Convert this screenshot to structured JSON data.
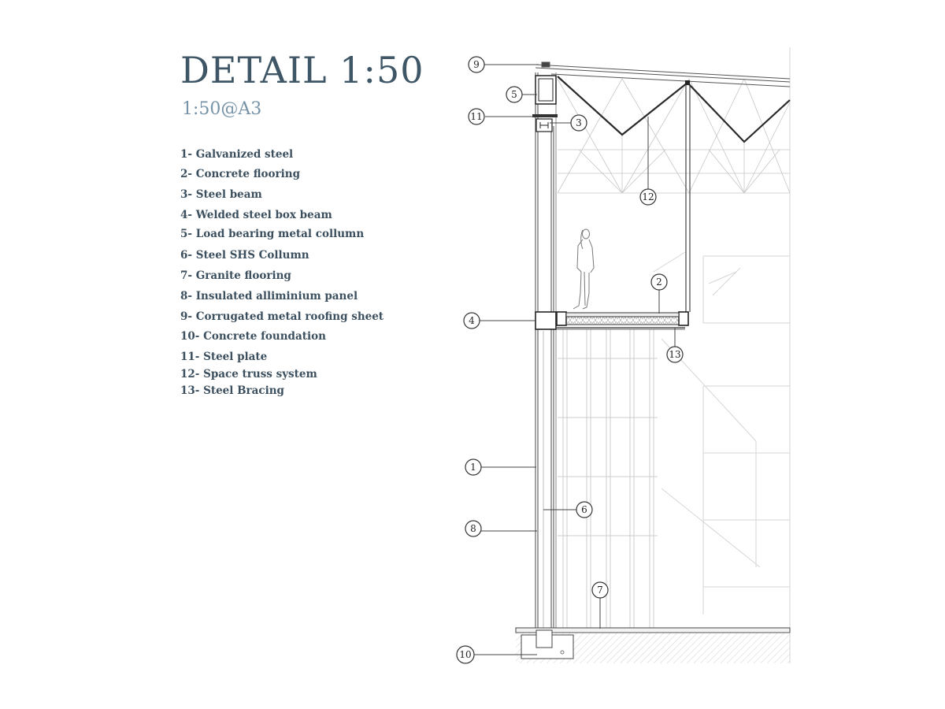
{
  "header": {
    "title": "DETAIL 1:50",
    "subtitle": "1:50@A3"
  },
  "legend": [
    "1- Galvanized steel",
    "2- Concrete flooring",
    "3- Steel beam",
    "4- Welded steel box beam",
    "5- Load bearing metal collumn",
    "6- Steel SHS Collumn",
    "7- Granite flooring",
    "8- Insulated alliminium panel",
    "9- Corrugated metal roofing sheet",
    "10- Concrete foundation",
    "11- Steel plate",
    "12- Space truss system",
    "13- Steel Bracing"
  ],
  "callouts": {
    "c1": "1",
    "c2": "2",
    "c3": "3",
    "c4": "4",
    "c5": "5",
    "c6": "6",
    "c7": "7",
    "c8": "8",
    "c9": "9",
    "c10": "10",
    "c11": "11",
    "c12": "12",
    "c13": "13"
  },
  "colors": {
    "title": "#3e5666",
    "subtitle": "#7693a8",
    "legend_text": "#3b4f5e",
    "line_dark": "#333333",
    "line_light": "#c8c8c8"
  }
}
